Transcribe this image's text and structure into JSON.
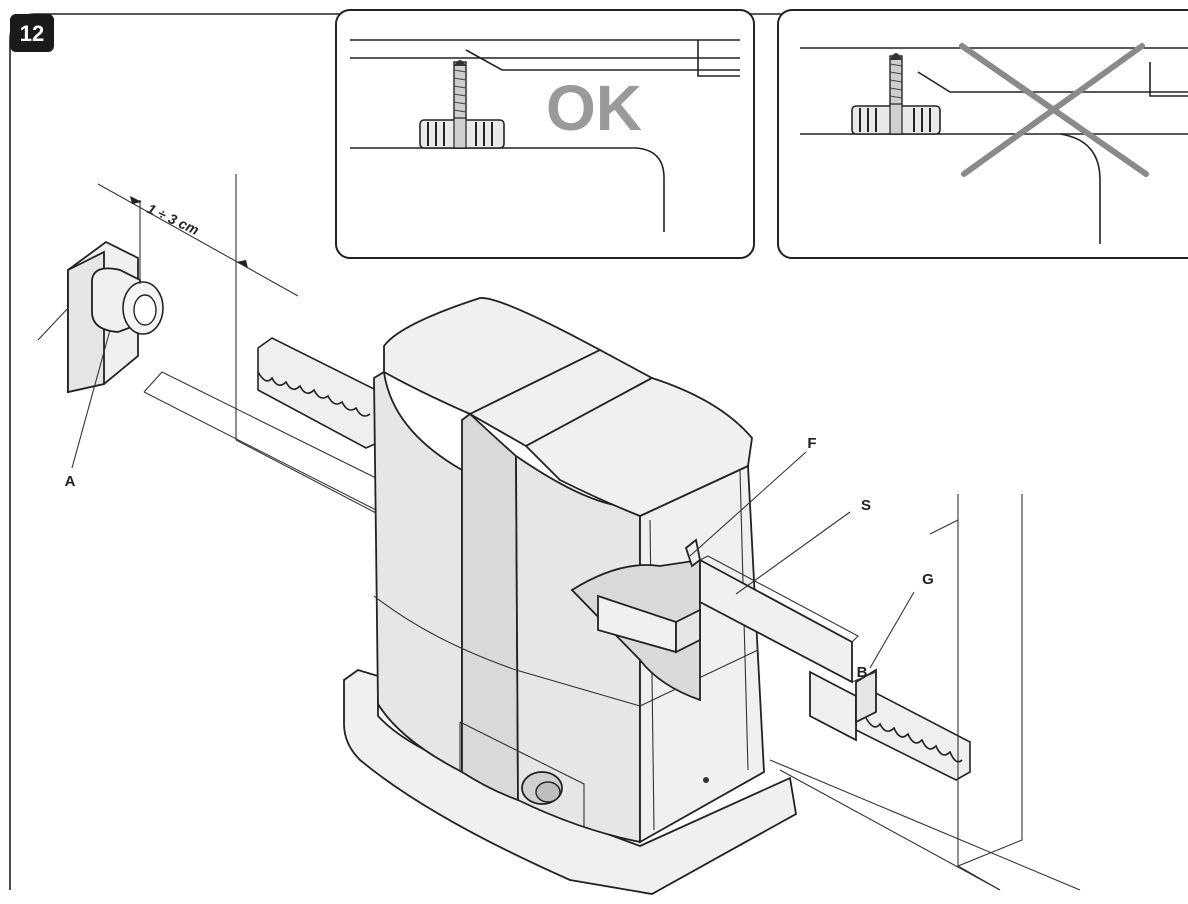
{
  "figure": {
    "step_number": "12",
    "ok_label": "OK",
    "dimension_label": "1 ÷ 3 cm",
    "labels": {
      "a": "A",
      "f": "F",
      "s": "S",
      "g": "G",
      "b": "B"
    }
  },
  "colors": {
    "frame": "#222222",
    "badge": "#1a1a1a",
    "ok_text": "#9a9a9a",
    "cross": "#8a8a8a",
    "motor_fill": "#e6e6e6"
  },
  "icons": [
    "ok-indicator",
    "wrong-cross-icon"
  ]
}
